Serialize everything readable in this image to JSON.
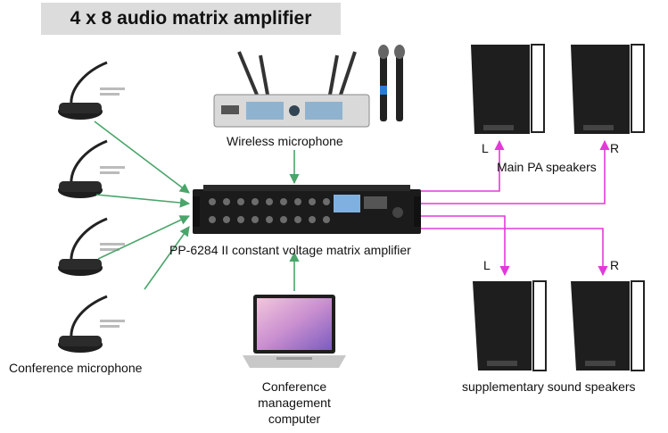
{
  "title": "4 x 8 audio matrix amplifier",
  "labels": {
    "wireless": "Wireless microphone",
    "amplifier": "PP-6284 II constant voltage matrix amplifier",
    "conference_mic": "Conference microphone",
    "computer": "Conference\nmanagement\ncomputer",
    "main_pa": "Main PA speakers",
    "supplementary": "supplementary sound speakers",
    "main_left": "L",
    "main_right": "R",
    "supp_left": "L",
    "supp_right": "R"
  },
  "colors": {
    "input_arrow": "#4aa56a",
    "output_arrow": "#e23ad9",
    "title_bg": "#dcdcdc"
  }
}
